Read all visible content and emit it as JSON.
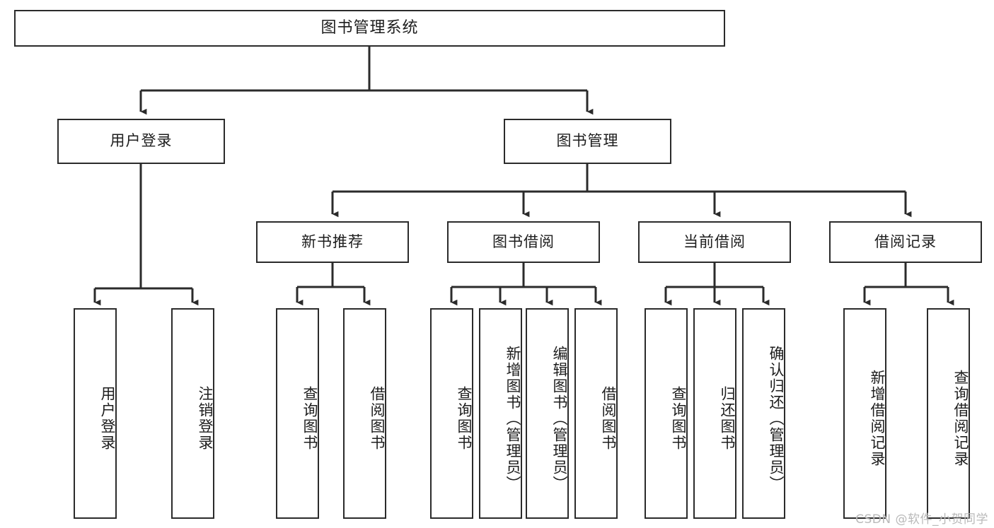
{
  "diagram": {
    "title": "图书管理系统",
    "type": "tree-hierarchy-diagram",
    "colors": {
      "box_border": "#2b2b2b",
      "box_fill": "#ffffff",
      "connector": "#2b2b2b",
      "text": "#1d1d1d",
      "watermark": "#b9b9b9",
      "background": "#ffffff"
    },
    "root": {
      "label": "图书管理系统"
    },
    "level2": [
      {
        "label": "用户登录"
      },
      {
        "label": "图书管理"
      }
    ],
    "level3": [
      {
        "label": "新书推荐"
      },
      {
        "label": "图书借阅"
      },
      {
        "label": "当前借阅"
      },
      {
        "label": "借阅记录"
      }
    ],
    "leaves": {
      "user_login": [
        {
          "label": "用户登录"
        },
        {
          "label": "注销登录"
        }
      ],
      "new_book_recommend": [
        {
          "label": "查询图书"
        },
        {
          "label": "借阅图书"
        }
      ],
      "book_borrow": [
        {
          "label": "查询图书"
        },
        {
          "label": "新增图书（管理员）"
        },
        {
          "label": "编辑图书（管理员）"
        },
        {
          "label": "借阅图书"
        }
      ],
      "current_borrow": [
        {
          "label": "查询图书"
        },
        {
          "label": "归还图书"
        },
        {
          "label": "确认归还（管理员）"
        }
      ],
      "borrow_record": [
        {
          "label": "新增借阅记录"
        },
        {
          "label": "查询借阅记录"
        }
      ]
    }
  },
  "watermark": {
    "text": "CSDN @软件_小贺同学"
  }
}
